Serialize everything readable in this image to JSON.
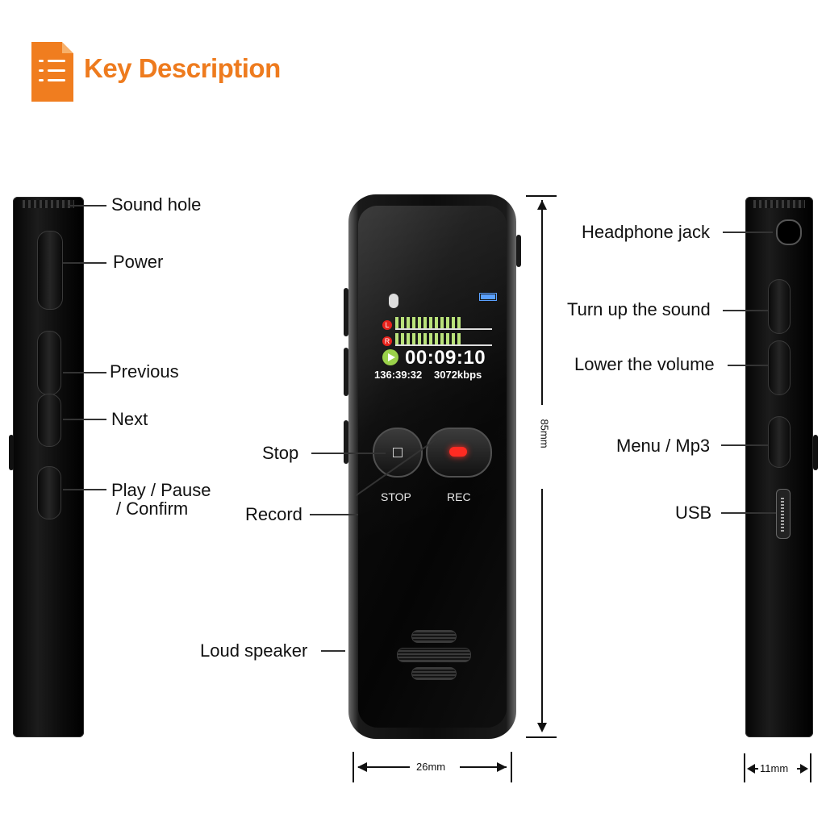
{
  "header": {
    "title": "Key Description",
    "icon": "document-list-icon",
    "accent": "#ee7b1e"
  },
  "left_labels": {
    "sound_hole": "Sound hole",
    "power": "Power",
    "previous": "Previous",
    "next": "Next",
    "play_line1": "Play / Pause",
    "play_line2": "/ Confirm"
  },
  "center_labels": {
    "stop": "Stop",
    "record": "Record",
    "loud_speaker": "Loud speaker"
  },
  "right_labels": {
    "headphone": "Headphone jack",
    "vol_up": "Turn up the sound",
    "vol_down": "Lower the volume",
    "menu": "Menu / Mp3",
    "usb": "USB"
  },
  "screen": {
    "channel_l": "L",
    "channel_r": "R",
    "time": "00:09:10",
    "remaining": "136:39:32",
    "bitrate": "3072kbps",
    "level_color": "#b9e27a",
    "record_color": "#e8231c"
  },
  "buttons": {
    "stop": "STOP",
    "rec": "REC"
  },
  "dimensions": {
    "height": "85mm",
    "width": "26mm",
    "depth": "11mm"
  }
}
